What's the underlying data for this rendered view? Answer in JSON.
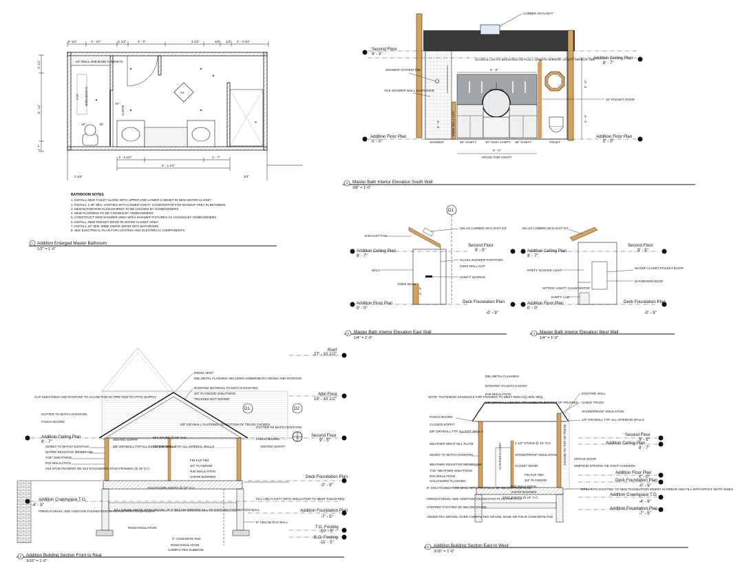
{
  "plan": {
    "dims_top": [
      "5' 1/2\"",
      "2' - 10\"",
      "3' 1/2\"",
      "4' - 0\"",
      "3 1/2\"",
      "3/4\"",
      "1/2\"",
      "2' - 3 3/4\""
    ],
    "dims_left": [
      "3' 1/2\"",
      "6' - 11\"",
      "1' 7\""
    ],
    "dims_bottom": [
      "1' - 6 1/2\"",
      "8' - 1 1/4\"",
      "1' - 7\"",
      "2 1/4\"",
      "3/4\""
    ],
    "labels": [
      "24\" WALL AND BASE CABINETS",
      "CLEARANCE",
      "2'-0\"",
      "18\"",
      "15\"",
      "24\"",
      "CLEAR",
      "A2",
      "5'"
    ]
  },
  "notes": {
    "heading": "BATHROOM NOTES",
    "items": [
      "1. INSTALL NEW TOILET ALONG WITH UPPER AND LOWER CABINET IN NEW WATER CLOSET",
      "2. INSTALL 2 36\" MIN. VANITIES WITH LOWER VANITY COUNTERTOP FOR MAKEUP AREA IN BETWEEN.",
      "3. NEW BATHROOM ACCESSORIES TO BE CHOSEN BY HOMEOWNERS",
      "4. NEW FLOORING TO BE CHOSEN BY HOMEOWNERS",
      "5. CONSTRUCT NEW SHOWER AREA WITH SHOWER FIXTURES AS CHOSEN BY HOMEOWNERS",
      "6. INSTALL NEW POCKET DOOR IN WATER CLOSET AREA",
      "7. INSTALL 32\" MIN. WIDE SWING DOOR INTO BATHROOM",
      "8. SEE ELECTRICAL PLAN FOR LIGHTING AND ELECTRICAL COMPONENTS"
    ]
  },
  "titles": {
    "t1": {
      "num": "1",
      "name": "Addition Enlarged Master Bathroom",
      "scale": "1/2\" = 1'-0\""
    },
    "t2": {
      "num": "3",
      "name": "Master Bath Interior Elevation South Wall",
      "scale": "3/8\" = 1'-0\""
    },
    "t3": {
      "num": "2",
      "name": "Master Bath Interior Elevation East Wall",
      "scale": "1/4\" = 1'-0\""
    },
    "t4": {
      "num": "4",
      "name": "Master Bath Interior Elevation West Wall",
      "scale": "1/4\" = 1'-0\""
    },
    "t5": {
      "num": "5",
      "name": "Addition Building Section Front to Rear",
      "scale": "3/16\" = 1'-0\""
    },
    "t6": {
      "num": "6",
      "name": "Addition Building Section East to West",
      "scale": "3/16\" = 1'-0\""
    }
  },
  "south": {
    "curbed_skylight": "CURBED SKYLIGHT",
    "second_floor": "Second Floor",
    "second_floor_el": "9' - 5\"",
    "ceiling_plan": "Addition Ceiling Plan",
    "ceiling_plan_el": "8' - 7\"",
    "floor_plan": "Addition Floor Plan",
    "floor_plan_el": "0' - 0\"",
    "sconce": "SCONCE LIGHTS MOUNTED ON FULLY LENGTH MIRROR. VANITY MIRROR TBD",
    "shower_system": "SHOWER SYSTEM TBD",
    "tile_shower": "TILE SHOWER WALL SURROUND",
    "pocket_door": "32\" POCKET DOOR",
    "dim_top": "8' - 8\"",
    "dim_right1": "3' - 0\"",
    "dim_right2": "5' - 0\"",
    "dim_left": "4' - 0\"",
    "knee_wall_cap": "KNEE WALL CAP",
    "shower": "SHOWER",
    "vanity1": "36\" VANITY",
    "high_vanity": "30\" HIGH VANITY",
    "vanity2": "36\" VANITY",
    "toilet": "TOILET",
    "dim_bottom": "9' - 1\"",
    "space": "SPACE FOR VANITY"
  },
  "east": {
    "marker": "D1",
    "exhaust": "EXHAUST FAN",
    "skylight_kit": "VELUX CURBED SKYLIGHT KIT",
    "ceiling_plan": "Addition Ceiling Plan",
    "ceiling_plan_el": "8' - 7\"",
    "second_floor": "Second Floor",
    "second_floor_el": "9' - 5\"",
    "glass": "GLASS SHOWER PARTITION",
    "knee_cap": "KNEE WALL CAP",
    "wall": "WALL",
    "sconce": "VANITY SCONCE",
    "knee_wall": "KNEE WALL",
    "dim": "4' - 0\"",
    "floor_plan": "Addition Floor Plan",
    "floor_plan_el": "0' - 0\"",
    "deck_found": "Deck Foundation Plan",
    "deck_found_el": "-0' - 9\""
  },
  "west": {
    "skylight_kit": "VELUX CURBED SKYLIGHT KIT",
    "ceiling_plan": "Addition Ceiling Plan",
    "ceiling_plan_el": "8' - 7\"",
    "second_floor": "Second Floor",
    "second_floor_el": "9' - 5\"",
    "sconce_light": "VANITY SCONCE LIGHT",
    "wc_pocket": "WATER CLOSET POCKET DOOR",
    "bath_door": "BATHROOM DOOR",
    "sitting": "SITTING VANITY COUNTERTOP",
    "vanity_cab": "VANITY CAB",
    "floor_plan": "Addition Floor Plan",
    "floor_plan_el": "0' - 0\"",
    "deck_found": "Deck Foundation Plan",
    "deck_found_el": "-0' - 9\""
  },
  "section1": {
    "roof": "Roof",
    "roof_el": "27' - 10 1/2\"",
    "attic": "Attic Floor",
    "attic_el": "19' - 10 1/2\"",
    "second_floor": "Second Floor",
    "second_floor_el": "9' - 5\"",
    "ceiling_plan": "Addition Ceiling Plan",
    "ceiling_plan_el": "8' - 7\"",
    "deck_found": "Deck Foundation Plan",
    "deck_found_el": "-0' - 9\"",
    "crawl": "Addition Crawlspace T.O.",
    "crawl_el": "-4' - 9\"",
    "found_plan": "Addition Foundation Plan",
    "found_plan_el": "-7' - 5\"",
    "to_footing": "T.O. Footing",
    "to_footing_el": "-10' - 5\"",
    "bo_footing": "B.O. Footing",
    "bo_footing_el": "-11' - 5\"",
    "ridge_vent": "RIDGE VENT",
    "flashing": "DBL METAL FLASHING SECURED UNDERNEATH SIDING AND ROOFING",
    "roofing": "ROOFING MATERIAL TO MATCH EXISTING",
    "plywood": "3/4\" PLYWOOD SHEATHING",
    "trusses": "TRUSSES NOT SHOWN",
    "cut_sheathing": "CUT SHEATHING AND ROOFING TO ALLOW FOR AC PIPE RUN TO ATTIC SUPPLY",
    "gutter": "GUTTER TO MATCH EXISTING",
    "fascia": "FASCIA BOARD",
    "vented_soffit": "VENTED SOFFIT",
    "siding": "SIDING TO MATCH EXISTING",
    "water_membrane": "WATER RESISTIVE MEMBRANE",
    "sheathing": "7/16\" SHEATHING",
    "r20": "R20 INSULATION",
    "framing": "2X6 STUD FRAMING OR 2X4 STAGGERED STUD FRAMING @ 16\" O.C.",
    "drywall_ext": "5/8\" DRYWALL TYP ALL EXTERIOR WALLS",
    "drywall_fastened": "5/8\" DRYWALL FASTENED TO BOTTOM OF TRUSS CHORDS",
    "studs": "2X4 STUDS @ 16\" O.C.",
    "drywall_int": "1/2\" DRYWALL TYP. ALL INTERIAL WALLS",
    "fin_flr": "FIN FLR TBD",
    "plywood_34": "3/4\" PLYWOOD",
    "r30": "R30 INSULATION",
    "vapor": "VAPOR BARRIER",
    "joists": "2X10 FLOOR JOISTS @ 16\" O.C.",
    "gutter_right": "GUTTER TO MATCH EXISTING",
    "fascia_right": "FASCIA BOARD",
    "vented_soffit_right": "VENTED SOFFIT",
    "fill_cmu": "FILL CMU CAVITY WITH INSULATION TO MEET R15/19 REQ",
    "cmu_block": "8\" CMU BLOCK WALL",
    "french_drain": "FRENCH DRAIN. SEE ADDITION FOUNDATION PLAN FOR PATH TO DAYLIGHT",
    "fill_crawl": "FILL CRAWLSPACE WITH GRAVEL AT 3\" BELOW WINDOW SILL OF EXISTING FOUNDATION WALL",
    "rigid": "RIGID INSULATION",
    "concrete_pad": "4\" CONCRETE PAD",
    "rigid2": "RIGID INSULATION",
    "compacted": "COMPACTED SUBBASE",
    "d1": "D1",
    "d2": "D2"
  },
  "section2": {
    "dbl_flashing": "DBL METAL FLASHING",
    "roofing": "ROOFING TO MATCH EXIST",
    "r49": "R49 INSULATION",
    "note": "NOTE: FASTENING SCHEDULE FOR FRAMING TO MEET R602.3(1) MIN. REQ",
    "drywall_ceiling": "5/8\" DRYWALL CEILING ATTACHED TO BOTTOM OF TRUSSES",
    "existing_wall": "EXISTING WALL",
    "gable_truss": "GABLE TRUSS",
    "soundproof": "SOUNDPROOF INSULATION",
    "drywall_int": "1/2\" DRYWALL TYP. ALL INTERIOR WALLS",
    "fascia": "FASCIA BOARD",
    "closed_soffit": "CLOSED SOFFIT",
    "drywall_ext": "5/8\" DRYWALL TYP ALL EXT. WALLS",
    "weather_wrap": "WEATHER WRAP SILL PLATE",
    "siding": "SIDING TO MATCH EXISTING",
    "weather_membrane": "WEATHER RESISTIVE MEMBRANE",
    "sheathing": "7/16\" WEATHER SHEATHING",
    "r20": "R20 INSULATION",
    "flashing": "GALVANIZED FLASHING",
    "cmu": "8\" CMU FOUNDATION WALL WITH FOOTINGS 36\" BELOW FROSTLINE",
    "french_drain": "FRENCH DRAIN. SEE ADDITION FOUNDATION PLAN FOR PATH",
    "stepped_footing": "STEPPED FOOTING 36\" BELOW GRADE",
    "gravel": "ADDED PEA GRAVEL OVER COMPACTED GRAVEL BASE OR POUR CONCRETE PAD",
    "studs": "4 1/2\" STUDS @ 16\" O.C.",
    "soundproof2": "SOUNDPROOF INSULATION",
    "closet_door": "CLOSET DOOR",
    "office_door": "OFFICE DOOR",
    "simpson": "SIMPSON STRONG-TIE JOIST HANGERS",
    "fin_flr": "FIN FLR TBD",
    "plywood": "3/4\" PLYWOOD",
    "r30": "R30 INSULATION",
    "vapor": "VAPOR BARRIER",
    "joists": "2X10 JOISTS @ 16\" O.C.",
    "drill": "DRILL INTO EXISTING TO NEW FOUNDATION INSERT #4 REBAR AND FILL WITH EPOXY. BOTH SIDES",
    "custom_closet": "CUSTOM CLOSET",
    "ceiling_to_top": "CEILING TO TOP OF RIDGE",
    "second_floor": "Second Floor",
    "second_floor_el": "9' - 5\"",
    "ceiling_plan": "Addition Ceiling Plan",
    "ceiling_plan_el": "8' - 7\"",
    "floor_plan": "Addition Floor Plan",
    "floor_plan_el": "0' - 0\"",
    "deck_found": "Deck Foundation Plan",
    "deck_found_el": "-0' - 9\"",
    "crawl": "Addition Crawlspace T.O.",
    "crawl_el": "-4' - 9\"",
    "found": "Addition Foundation Plan",
    "found_el": "-7' - 5\""
  },
  "colors": {
    "wood": "#d7a25c",
    "roof": "#3a3a3a",
    "ink": "#111111"
  }
}
